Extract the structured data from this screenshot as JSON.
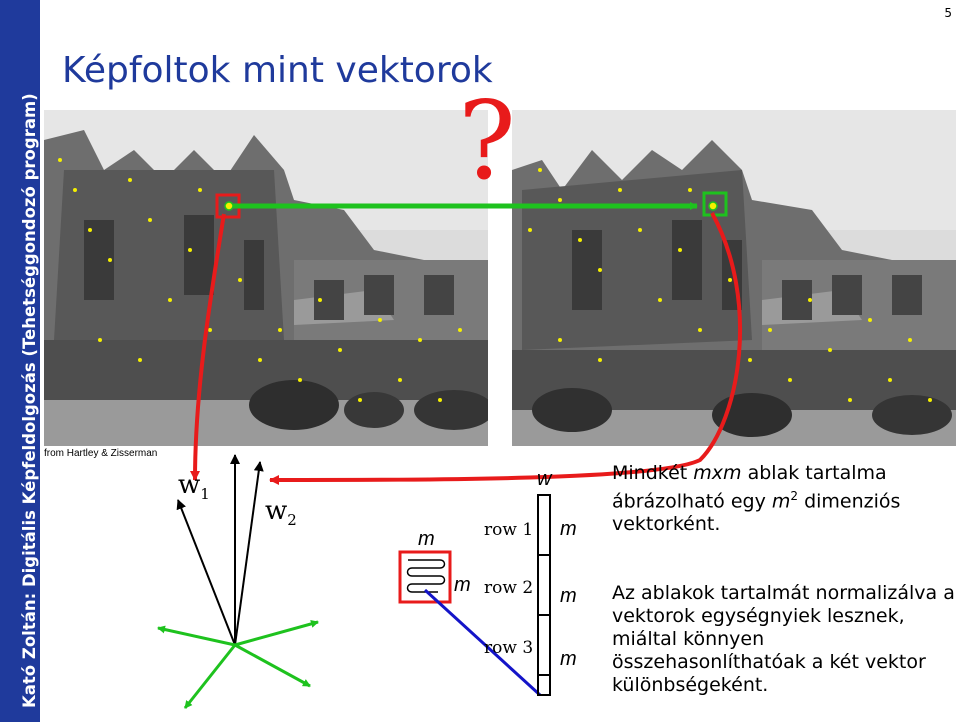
{
  "sidebar": {
    "text": "Kató Zoltán: Digitális Képfeldolgozás (Tehetséggondozó program)"
  },
  "page": {
    "number": "5"
  },
  "slide": {
    "title": "Képfoltok mint vektorok",
    "question_mark": "?",
    "credit": "from Hartley & Zisserman"
  },
  "photos": {
    "left": {
      "icon": "building-photo-icon"
    },
    "right": {
      "icon": "building-photo-icon"
    }
  },
  "diagram": {
    "w1_base": "w",
    "w1_sub": "1",
    "w2_base": "w",
    "w2_sub": "2",
    "window_m_top": "m",
    "window_m_side": "m",
    "rows": [
      "row 1",
      "row 2",
      "row 3"
    ],
    "column_w": "w",
    "column_m": [
      "m",
      "m",
      "m"
    ]
  },
  "text1": {
    "p1": "Mindkét ",
    "p2": "mxm",
    "p3": " ablak tartalma ábrázolható egy ",
    "p4": "m",
    "p5": "2",
    "p6": " dimenziós vektorként."
  },
  "text2": {
    "content": "Az ablakok tartalmát normalizálva a vektorok egységnyiek lesznek, miáltal könnyen összehasonlíthatóak a két vektor különbségeként."
  },
  "colors": {
    "sidebar": "#1f3a9c",
    "title": "#1f3a9c",
    "red": "#e81b1b",
    "green": "#1ec21e",
    "blue": "#1414c8",
    "point": "#f5f000"
  }
}
